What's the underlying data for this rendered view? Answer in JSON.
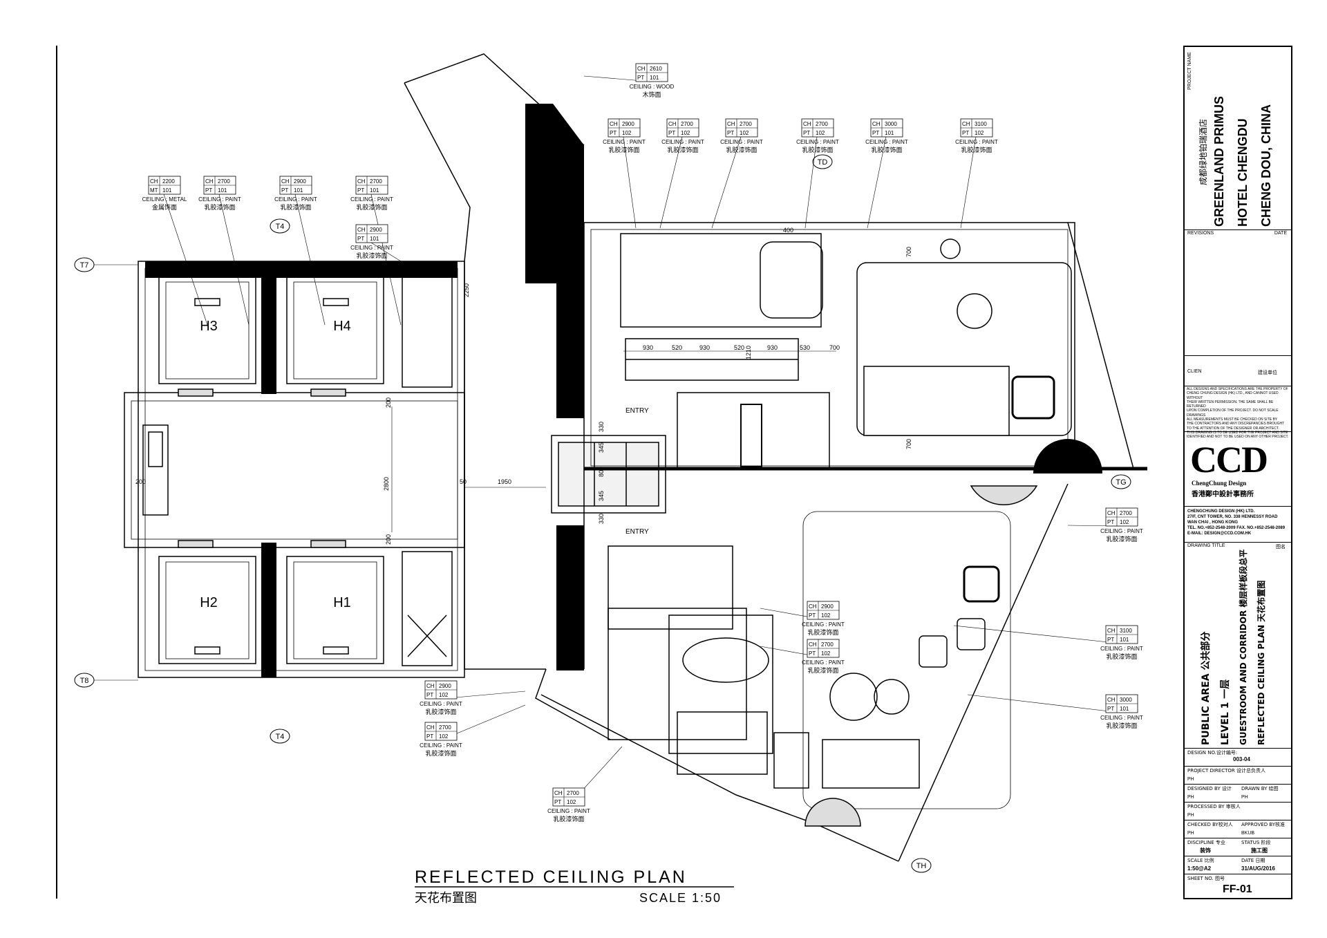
{
  "plan": {
    "title": "REFLECTED CEILING PLAN",
    "title_cn": "天花布置图",
    "scale": "SCALE 1:50"
  },
  "room_labels": [
    "H3",
    "H4",
    "H2",
    "H1"
  ],
  "grid_tags": [
    "T7",
    "T8",
    "T4",
    "T4",
    "TD",
    "TG",
    "TH"
  ],
  "entries": [
    "ENTRY",
    "ENTRY"
  ],
  "tags": [
    {
      "ch": "2200",
      "code": "MT",
      "n": "101",
      "type": "CEILING : METAL",
      "cn": "金属饰面"
    },
    {
      "ch": "2700",
      "code": "PT",
      "n": "101",
      "type": "CEILING : PAINT",
      "cn": "乳胶漆饰面"
    },
    {
      "ch": "2900",
      "code": "PT",
      "n": "101",
      "type": "CEILING : PAINT",
      "cn": "乳胶漆饰面"
    },
    {
      "ch": "2700",
      "code": "PT",
      "n": "101",
      "type": "CEILING : PAINT",
      "cn": "乳胶漆饰面"
    },
    {
      "ch": "2900",
      "code": "PT",
      "n": "101",
      "type": "CEILING : PAINT",
      "cn": "乳胶漆饰面"
    },
    {
      "ch": "2610",
      "code": "PT",
      "n": "101",
      "type": "CEILING : WOOD",
      "cn": "木饰面"
    },
    {
      "ch": "2900",
      "code": "PT",
      "n": "102",
      "type": "CEILING : PAINT",
      "cn": "乳胶漆饰面"
    },
    {
      "ch": "2700",
      "code": "PT",
      "n": "102",
      "type": "CEILING : PAINT",
      "cn": "乳胶漆饰面"
    },
    {
      "ch": "2700",
      "code": "PT",
      "n": "102",
      "type": "CEILING : PAINT",
      "cn": "乳胶漆饰面"
    },
    {
      "ch": "2700",
      "code": "PT",
      "n": "102",
      "type": "CEILING : PAINT",
      "cn": "乳胶漆饰面"
    },
    {
      "ch": "3000",
      "code": "PT",
      "n": "101",
      "type": "CEILING : PAINT",
      "cn": "乳胶漆饰面"
    },
    {
      "ch": "3100",
      "code": "PT",
      "n": "102",
      "type": "CEILING : PAINT",
      "cn": "乳胶漆饰面"
    },
    {
      "ch": "2700",
      "code": "PT",
      "n": "102",
      "type": "CEILING : PAINT",
      "cn": "乳胶漆饰面"
    },
    {
      "ch": "3100",
      "code": "PT",
      "n": "101",
      "type": "CEILING : PAINT",
      "cn": "乳胶漆饰面"
    },
    {
      "ch": "3000",
      "code": "PT",
      "n": "101",
      "type": "CEILING : PAINT",
      "cn": "乳胶漆饰面"
    },
    {
      "ch": "2900",
      "code": "PT",
      "n": "102",
      "type": "CEILING : PAINT",
      "cn": "乳胶漆饰面"
    },
    {
      "ch": "2700",
      "code": "PT",
      "n": "102",
      "type": "CEILING : PAINT",
      "cn": "乳胶漆饰面"
    },
    {
      "ch": "2900",
      "code": "PT",
      "n": "102",
      "type": "CEILING : PAINT",
      "cn": "乳胶漆饰面"
    },
    {
      "ch": "2700",
      "code": "PT",
      "n": "102",
      "type": "CEILING : PAINT",
      "cn": "乳胶漆饰面"
    },
    {
      "ch": "2700",
      "code": "PT",
      "n": "102",
      "type": "CEILING : PAINT",
      "cn": "乳胶漆饰面"
    }
  ],
  "dims": {
    "d2800": "2800",
    "d1950": "1950",
    "d200a": "200",
    "d200b": "200",
    "d200c": "200",
    "d930a": "930",
    "d520a": "520",
    "d930b": "930",
    "d520b": "520",
    "d930c": "930",
    "d530": "530",
    "d700a": "700",
    "d700b": "700",
    "d700c": "700",
    "d400": "400",
    "d8001": "800",
    "d3451": "345",
    "d3452": "345",
    "d3301": "330",
    "d3302": "330",
    "d1210": "1210",
    "d50": "50",
    "d2250": "2250"
  },
  "title_block": {
    "project_name_label": "PROJECT NAME",
    "project_cn": "成都绿地铂瑞酒店",
    "project_line1": "GREENLAND PRIMUS",
    "project_line2": "HOTEL CHENGDU",
    "project_line3": "CHENG DOU, CHINA",
    "revisions": "REVISIONS",
    "date": "DATE",
    "client": "CLIEN",
    "client_cn": "建设单位",
    "notice": [
      "ALL DESIGNS AND SPECIFICATIONS ARE THE PROPERTY OF",
      "CHENG CHUNG DESIGN (HK) LTD., AND CANNOT USED WITHOUT",
      "THEIR WRITTEN PERMISSION. THE SAME SHALL BE RETURNED",
      "UPON COMPLETION OF THE PROJECT. DO NOT SCALE DRAWINGS",
      "ALL MEASUREMENTS MUST BE CHECKED ON SITE BY",
      "THE CONTRACTORS AND ANY DISCREPANCIES BROUGHT",
      "TO THE ATTENTION OF THE DESIGNER OR ARCHITECT.",
      "THIS DRAWING IS TO BE USED FOR THE PROJECT AND SITE",
      "IDENTIFIED AND NOT TO BE USED ON ANY OTHER PROJECT."
    ],
    "logo": "CCD",
    "logo_sub": "ChengChung Design",
    "firm_cn": "香港鄭中設計事務所",
    "firm_lines": [
      "CHENGCHUNG DESIGN (HK) LTD.",
      "27/F, CNT TOWER, NO. 338 HENNESSY ROAD",
      "WAN CHAI , HONG KONG",
      "TEL. NO.+852-2548-2009  FAX. NO.+852-2548-2089",
      "E-MAIL: DESIGN@CCD.COM.HK"
    ],
    "drawing_title_label": "DRAWING TITLE",
    "drawing_title_cn_label": "图名",
    "dt_line1": "PUBLIC AREA  公共部分",
    "dt_line2": "LEVEL 1  一层",
    "dt_line3": "GUESTROOM AND CORRIDOR 楼层样板段总平",
    "dt_line4": "REFLECTED CEILING PLAN 天花布置图",
    "design_no_label": "DESIGN NO.设计编号:",
    "design_no": "003-04",
    "project_director": "PROJECT DIRECTOR  设计总负责人",
    "pd_value": "PH",
    "designed_by": "DESIGNED BY  设计",
    "drawn_by": "DRAWN BY  绘图",
    "designed_value": "PH",
    "drawn_value": "PH",
    "processed_by": "PROCESSED BY  审核人",
    "processed_value": "PH",
    "checked_by": "CHECKED BY校对人",
    "approved_by": "APPROVED BY核准",
    "checked_value": "PH",
    "approved_value": "BKUB",
    "discipline": "DISCIPLINE  专业",
    "status": "STATUS  阶段",
    "discipline_value": "装饰",
    "status_value": "施工图",
    "scale_label": "SCALE  比例",
    "date_label": "DATE  日期",
    "scale_value": "1:50@A2",
    "date_value": "31/AUG/2016",
    "sheet_no_label": "SHEET NO.  图号",
    "sheet_no": "FF-01"
  }
}
